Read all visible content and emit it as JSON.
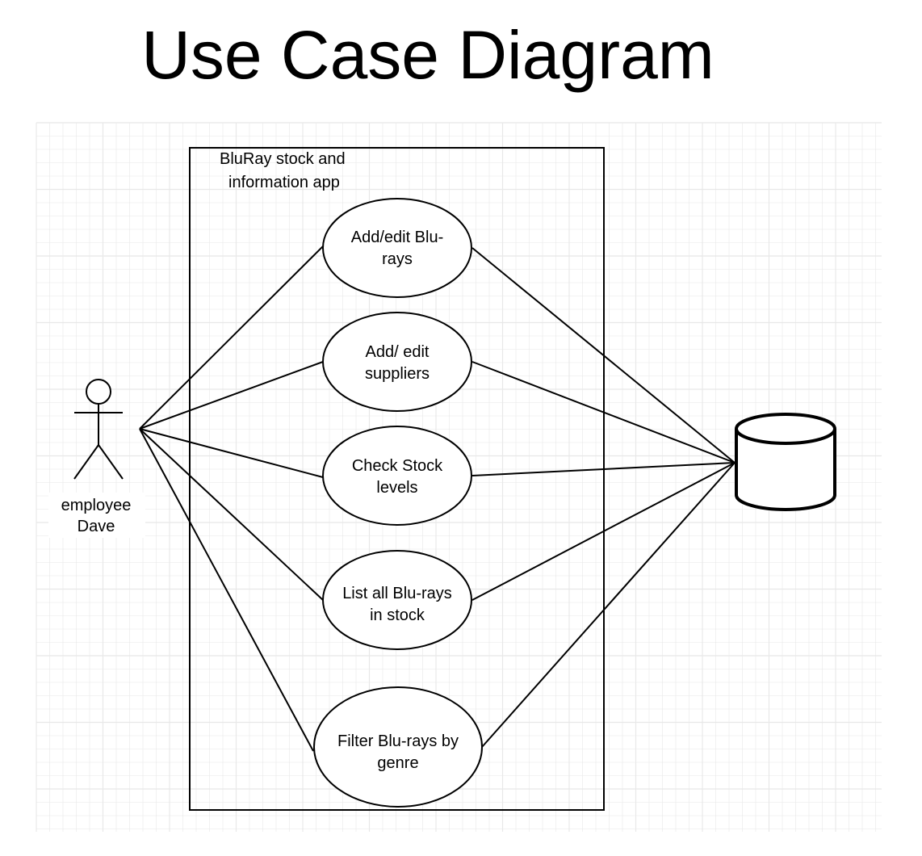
{
  "title": "Use Case Diagram",
  "system_boundary": {
    "label_lines": [
      "BluRay stock and",
      "information app"
    ]
  },
  "actor": {
    "label_lines": [
      "employee",
      "Dave"
    ]
  },
  "use_cases": [
    {
      "id": "uc-add-edit-bluray",
      "lines": [
        "Add/edit Blu-",
        "rays"
      ]
    },
    {
      "id": "uc-add-edit-suppliers",
      "lines": [
        "Add/ edit",
        "suppliers"
      ]
    },
    {
      "id": "uc-check-stock",
      "lines": [
        "Check Stock",
        "levels"
      ]
    },
    {
      "id": "uc-list-bluray",
      "lines": [
        "List all Blu-rays",
        "in stock"
      ]
    },
    {
      "id": "uc-filter-genre",
      "lines": [
        "Filter Blu-rays by",
        "genre"
      ]
    }
  ],
  "database": {
    "icon": "database-cylinder-icon"
  },
  "colors": {
    "stroke": "#000000",
    "grid": "#e8e8e8",
    "background": "#ffffff"
  }
}
